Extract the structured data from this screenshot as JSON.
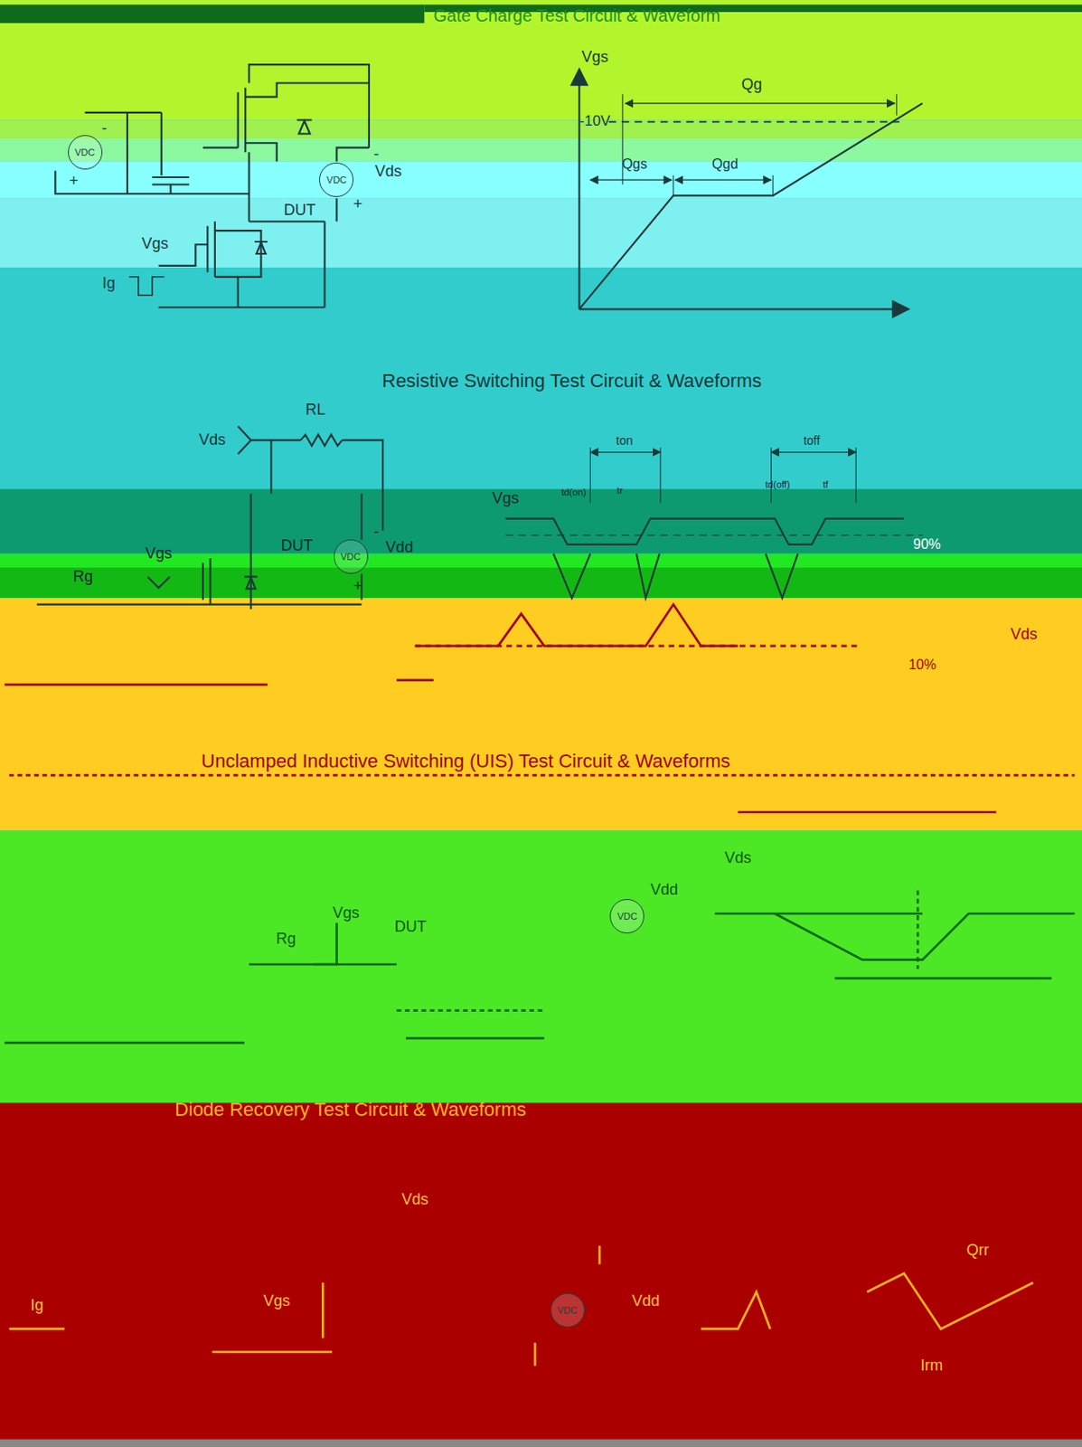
{
  "diagram": {
    "nodes": [
      {
        "text": [
          "VDC"
        ]
      },
      {
        "text": [
          "VDC"
        ]
      },
      {
        "text": [
          "VDC"
        ]
      },
      {
        "text": [
          "VDC"
        ]
      },
      {
        "text": [
          "VDC"
        ]
      }
    ],
    "labels": [
      "Gate Charge Test Circuit & Waveform",
      "Vgs",
      "Qg",
      "-10V",
      "Qgs",
      "Qgd",
      "Vds",
      "DUT",
      "Vgs",
      "Ig",
      "+",
      "-",
      "-",
      "+",
      "Resistive Switching Test Circuit & Waveforms",
      "RL",
      "Vds",
      "ton",
      "toff",
      "td(on)",
      "tr",
      "td(off)",
      "tf",
      "Vgs",
      "90%",
      "DUT",
      "Vdd",
      "Vgs",
      "Rg",
      "-",
      "+",
      "Vds",
      "10%",
      "Unclamped Inductive Switching (UIS) Test Circuit & Waveforms",
      "Vds",
      "Vgs",
      "Rg",
      "DUT",
      "Vdd",
      "Diode Recovery Test Circuit & Waveforms",
      "Vds",
      "Vgs",
      "Ig",
      "Vdd",
      "Qrr",
      "Irm"
    ]
  }
}
